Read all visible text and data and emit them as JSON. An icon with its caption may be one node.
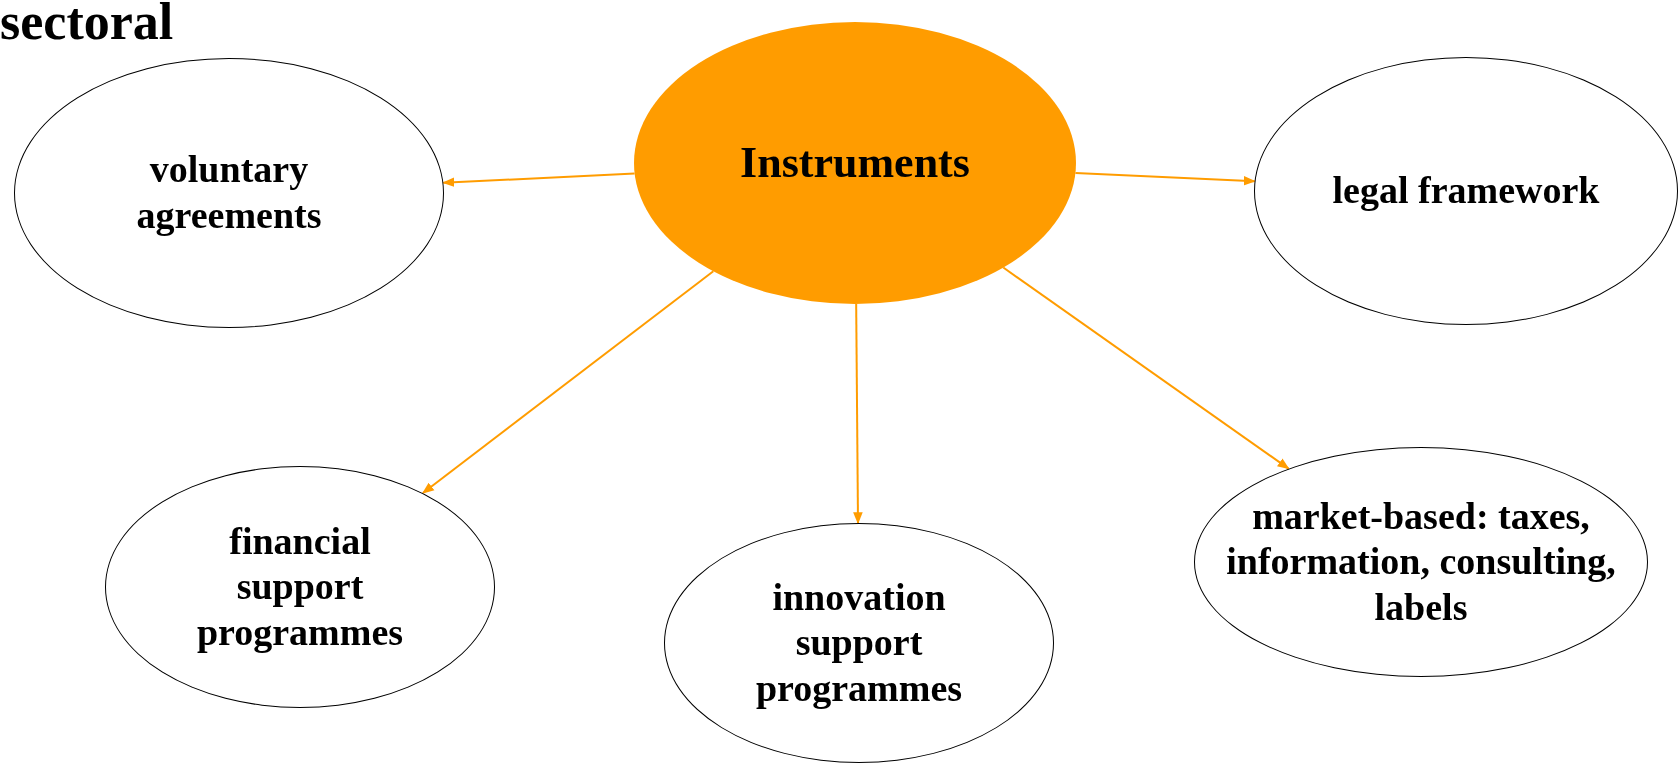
{
  "diagram": {
    "nodes": [
      {
        "text": [
          "Instruments"
        ]
      },
      {
        "text": [
          "voluntary agreements"
        ]
      },
      {
        "text": [
          "legal framework"
        ]
      },
      {
        "text": [
          "financial support programmes"
        ]
      },
      {
        "text": [
          "innovation support programmes"
        ]
      },
      {
        "text": [
          "market-based: taxes, information, consulting, labels"
        ]
      }
    ],
    "edges": [
      {
        "from": 0,
        "to": 1,
        "arrow": "to"
      },
      {
        "from": 0,
        "to": 2,
        "arrow": "to"
      },
      {
        "from": 0,
        "to": 3,
        "arrow": "to"
      },
      {
        "from": 0,
        "to": 4,
        "arrow": "to"
      },
      {
        "from": 0,
        "to": 5,
        "arrow": "to"
      }
    ],
    "labels": [
      "sectoral"
    ]
  }
}
